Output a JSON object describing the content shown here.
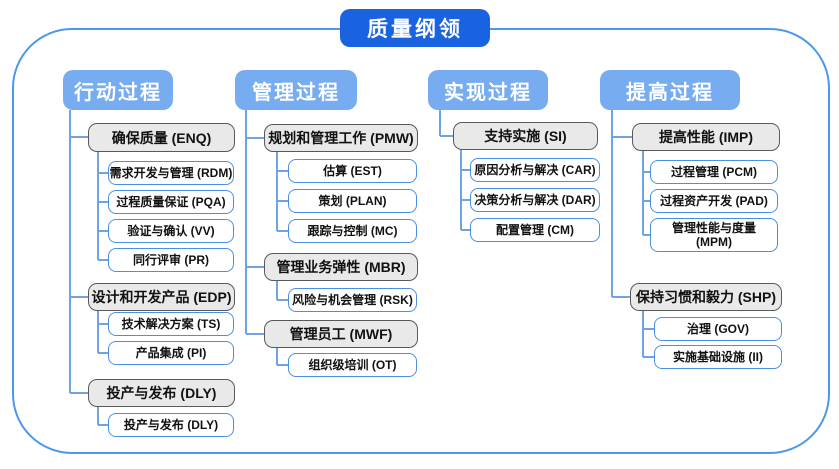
{
  "title": "质量纲领",
  "colors": {
    "title_bg": "#1962e0",
    "header_bg": "#77acf1",
    "group_bg": "#e9e9e9",
    "group_border": "#595959",
    "leaf_border": "#4a90e2",
    "connector": "#6fa3e8",
    "frame_border": "#4e97e9",
    "text": "#111111"
  },
  "columns": [
    {
      "header": "行动过程",
      "groups": [
        {
          "label": "确保质量 (ENQ)",
          "children": [
            "需求开发与管理 (RDM)",
            "过程质量保证 (PQA)",
            "验证与确认 (VV)",
            "同行评审 (PR)"
          ]
        },
        {
          "label": "设计和开发产品 (EDP)",
          "children": [
            "技术解决方案 (TS)",
            "产品集成 (PI)"
          ]
        },
        {
          "label": "投产与发布 (DLY)",
          "children": [
            "投产与发布 (DLY)"
          ]
        }
      ]
    },
    {
      "header": "管理过程",
      "groups": [
        {
          "label": "规划和管理工作 (PMW)",
          "children": [
            "估算 (EST)",
            "策划 (PLAN)",
            "跟踪与控制 (MC)"
          ]
        },
        {
          "label": "管理业务弹性 (MBR)",
          "children": [
            "风险与机会管理 (RSK)"
          ]
        },
        {
          "label": "管理员工 (MWF)",
          "children": [
            "组织级培训 (OT)"
          ]
        }
      ]
    },
    {
      "header": "实现过程",
      "groups": [
        {
          "label": "支持实施 (SI)",
          "children": [
            "原因分析与解决 (CAR)",
            "决策分析与解决 (DAR)",
            "配置管理 (CM)"
          ]
        }
      ]
    },
    {
      "header": "提高过程",
      "groups": [
        {
          "label": "提高性能 (IMP)",
          "children": [
            "过程管理 (PCM)",
            "过程资产开发 (PAD)",
            "管理性能与度量\n(MPM)"
          ]
        },
        {
          "label": "保持习惯和毅力 (SHP)",
          "children": [
            "治理 (GOV)",
            "实施基础设施 (II)"
          ]
        }
      ]
    }
  ]
}
